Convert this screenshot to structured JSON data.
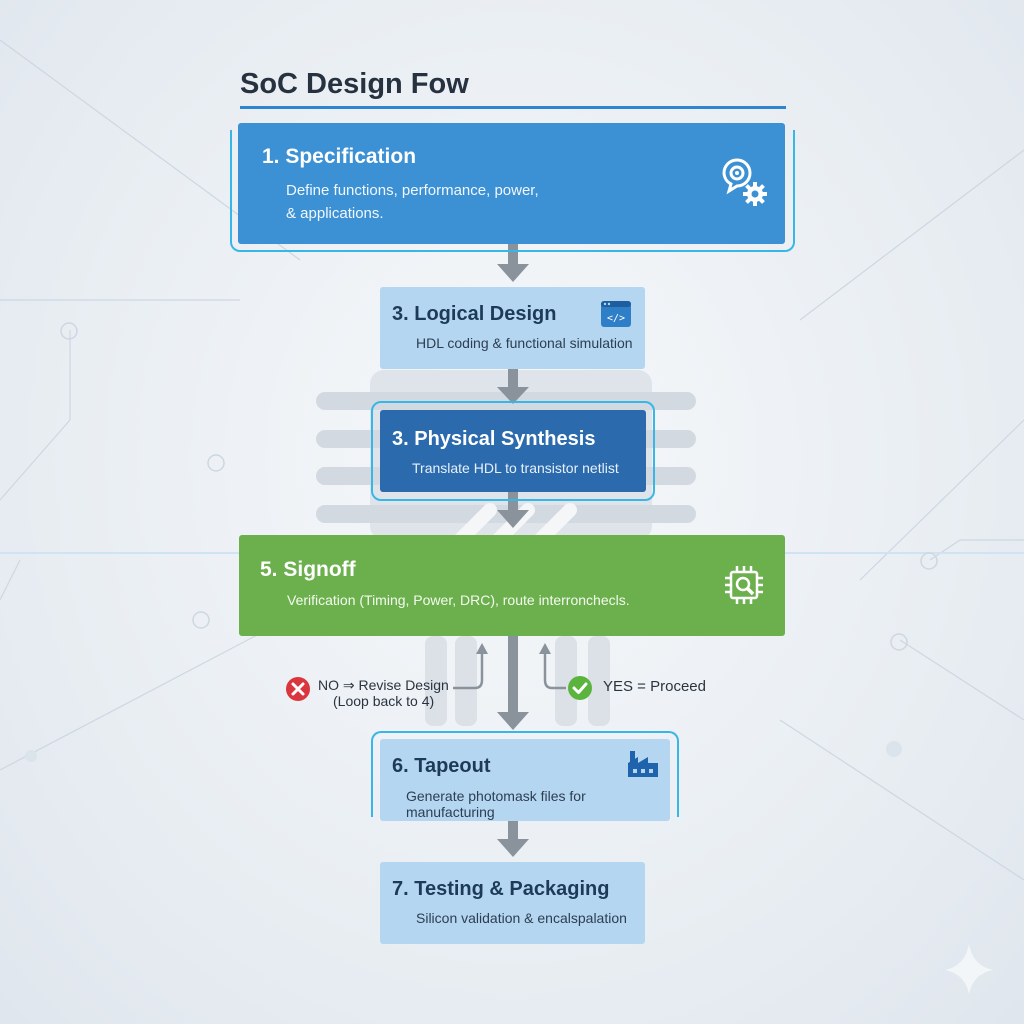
{
  "title": "SoC Design Fow",
  "steps": [
    {
      "id": "s1",
      "title": "1. Specification",
      "desc_line1": "Define functions, performance, power,",
      "desc_line2": "& applications.",
      "icon": "gears-chat-icon"
    },
    {
      "id": "s3",
      "title": "3. Logical Design",
      "desc": "HDL coding & functional simulation",
      "icon": "code-window-icon"
    },
    {
      "id": "s4",
      "title": "3. Physical Synthesis",
      "desc": "Translate HDL to transistor netlist"
    },
    {
      "id": "s5",
      "title": "5. Signoff",
      "desc": "Verification (Timing, Power, DRC),  route interronchecls.",
      "icon": "chip-magnifier-icon"
    },
    {
      "id": "s6",
      "title": "6. Tapeout",
      "desc": "Generate photomask files for manufacturing",
      "icon": "factory-icon"
    },
    {
      "id": "s7",
      "title": "7. Testing & Packaging",
      "desc": "Silicon validation & encalspalation"
    }
  ],
  "decision": {
    "no_label": "NO ⇒ Revise Design",
    "no_sub": "(Loop back to 4)",
    "yes_label": "YES = Proceed"
  },
  "colors": {
    "spec": "#3c90d4",
    "light_step": "#b5d6f1",
    "synthesis": "#2a6aad",
    "signoff": "#6cb04e",
    "accent_frame": "#38b7e6",
    "no": "#d9363e",
    "yes": "#5bb43e"
  }
}
